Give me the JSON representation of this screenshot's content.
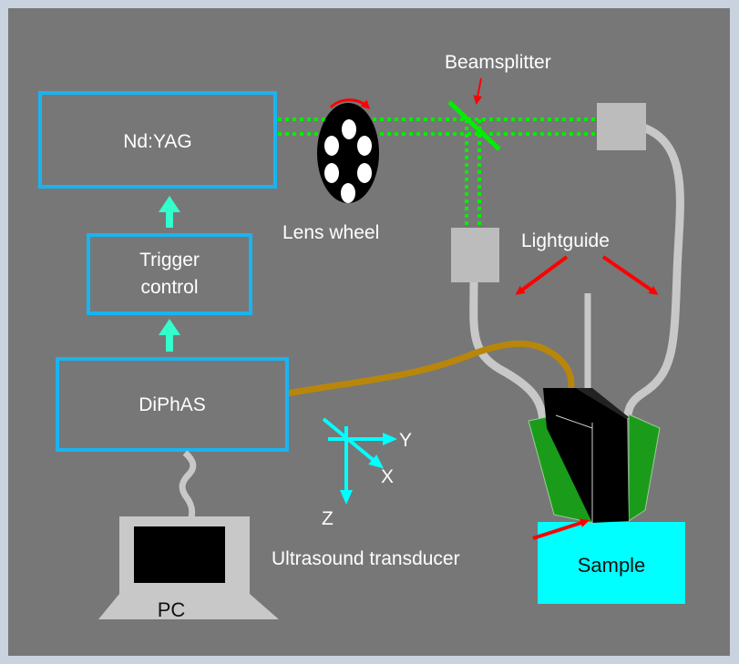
{
  "labels": {
    "ndyag": "Nd:YAG",
    "trigger_line1": "Trigger",
    "trigger_line2": "control",
    "diphas": "DiPhAS",
    "pc": "PC",
    "lens_wheel": "Lens wheel",
    "beamsplitter": "Beamsplitter",
    "lightguide": "Lightguide",
    "ultrasound_transducer": "Ultrasound transducer",
    "sample": "Sample",
    "axis_x": "X",
    "axis_y": "Y",
    "axis_z": "Z"
  },
  "colors": {
    "background": "#777777",
    "outer_border": "#c9d3df",
    "box_border": "#19b4f0",
    "trigger_arrow": "#33ffcc",
    "laser_beam": "#00ee00",
    "red_arrow": "#ff0000",
    "cable": "#b8860b",
    "lightguide": "#c8c8c8",
    "sample_fill": "#00ffff",
    "transducer_green": "#1a9c1a",
    "axes": "#00ffff"
  }
}
